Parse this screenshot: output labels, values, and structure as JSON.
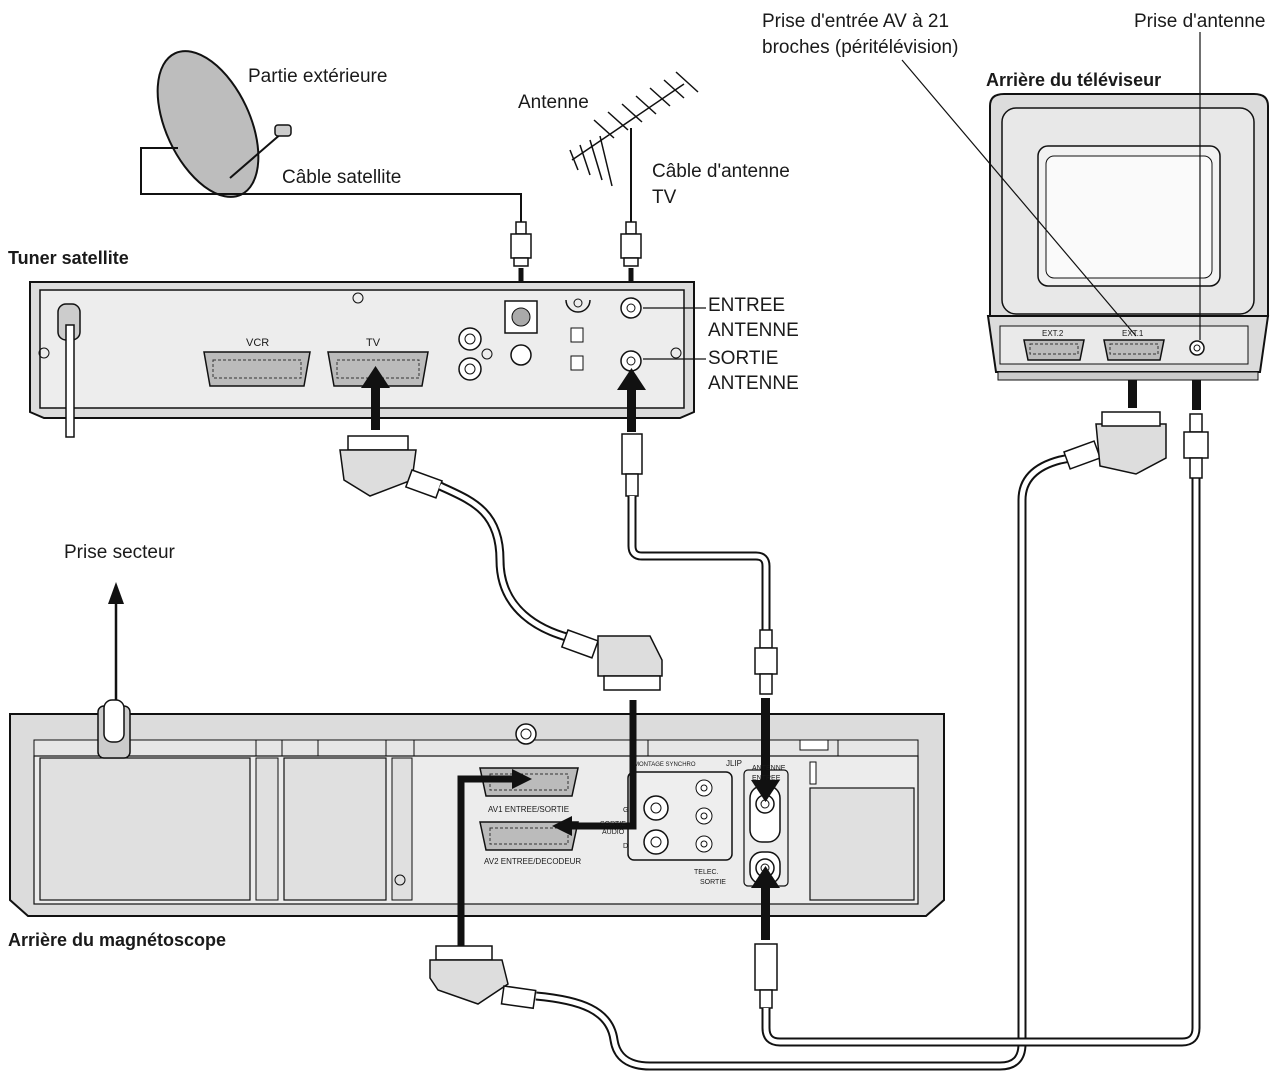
{
  "labels": {
    "partie_exterieure": "Partie extérieure",
    "cable_satellite": "Câble satellite",
    "antenne": "Antenne",
    "cable_antenne_tv_1": "Câble d'antenne",
    "cable_antenne_tv_2": "TV",
    "prise_av_1": "Prise d'entrée AV à 21",
    "prise_av_2": "broches (péritélévision)",
    "prise_antenne": "Prise d'antenne",
    "arriere_televiseur": "Arrière du téléviseur",
    "tuner_satellite": "Tuner satellite",
    "entree_antenne_1": "ENTREE",
    "entree_antenne_2": "ANTENNE",
    "sortie_antenne_1": "SORTIE",
    "sortie_antenne_2": "ANTENNE",
    "prise_secteur": "Prise secteur",
    "arriere_magnetoscope": "Arrière du magnétoscope"
  },
  "tuner_panel": {
    "vcr": "VCR",
    "tv": "TV"
  },
  "tv_panel": {
    "ext2": "EXT.2",
    "ext1": "EXT.1"
  },
  "vcr_panel": {
    "av1": "AV1 ENTREE/SORTIE",
    "av2": "AV2 ENTREE/DECODEUR",
    "montage": "MONTAGE SYNCHRO",
    "jlip": "JLIP",
    "antenne": "ANTENNE",
    "entree": "ENTREE",
    "sortie": "SORTIE",
    "telec": "TELEC.",
    "g": "G",
    "d": "D",
    "sortie_audio_1": "SORTIE",
    "sortie_audio_2": "AUDIO"
  }
}
